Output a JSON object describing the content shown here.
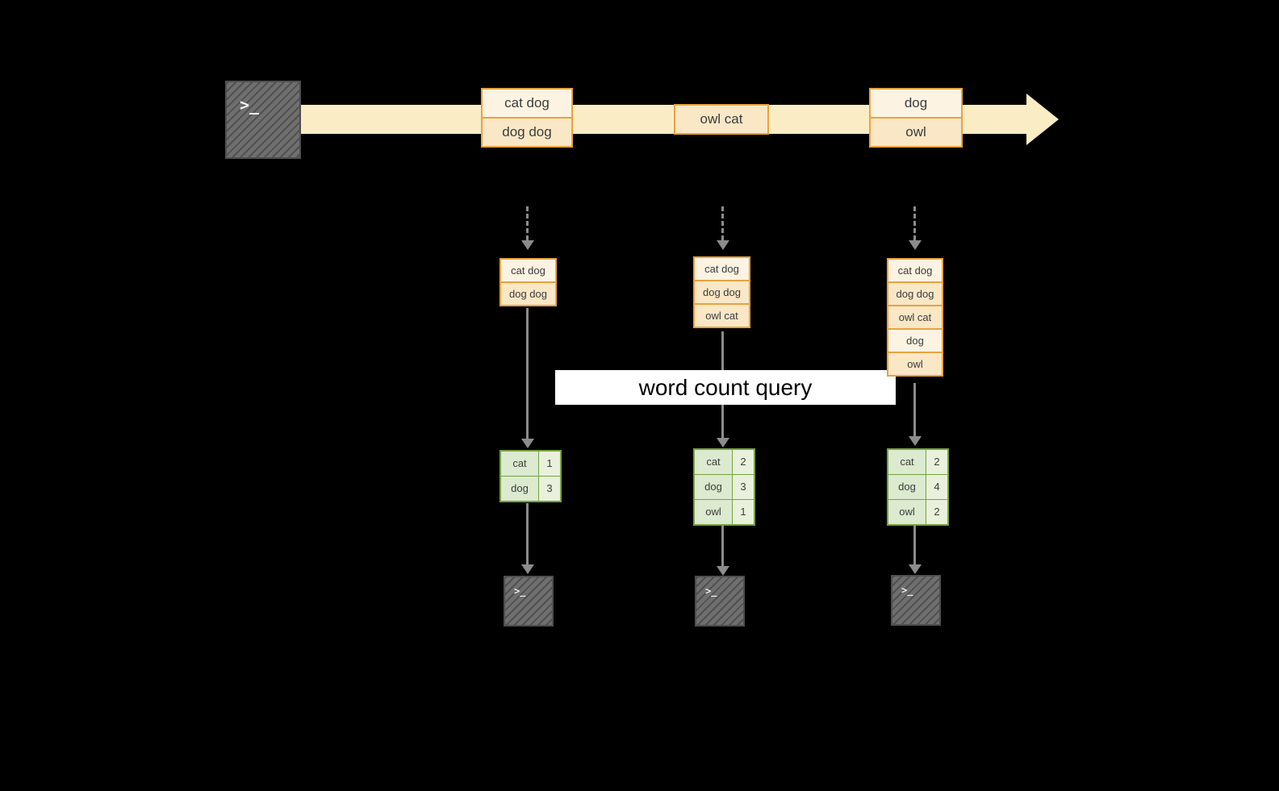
{
  "banner": {
    "label": "word count query"
  },
  "icons": {
    "terminal_prompt": ">_"
  },
  "stream": {
    "events": [
      {
        "lines": [
          "cat dog",
          "dog dog"
        ]
      },
      {
        "lines": [
          "owl cat"
        ]
      },
      {
        "lines": [
          "dog",
          "owl"
        ]
      }
    ]
  },
  "columns": [
    {
      "buffer": [
        "cat dog",
        "dog dog"
      ],
      "counts": [
        {
          "word": "cat",
          "count": "1"
        },
        {
          "word": "dog",
          "count": "3"
        }
      ]
    },
    {
      "buffer": [
        "cat dog",
        "dog dog",
        "owl cat"
      ],
      "counts": [
        {
          "word": "cat",
          "count": "2"
        },
        {
          "word": "dog",
          "count": "3"
        },
        {
          "word": "owl",
          "count": "1"
        }
      ]
    },
    {
      "buffer": [
        "cat dog",
        "dog dog",
        "owl cat",
        "dog",
        "owl"
      ],
      "counts": [
        {
          "word": "cat",
          "count": "2"
        },
        {
          "word": "dog",
          "count": "4"
        },
        {
          "word": "owl",
          "count": "2"
        }
      ]
    }
  ],
  "colors": {
    "background": "#000000",
    "stream_band": "#faecc4",
    "event_border": "#e8a33d",
    "event_fill_light": "#fdf3e2",
    "event_fill_dark": "#f9e7c6",
    "table_border": "#76a240",
    "table_fill": "#dcead0",
    "arrow": "#8c8c8c",
    "terminal_fill": "#6f6f6f",
    "banner_bg": "#ffffff",
    "text": "#3c3c3c"
  }
}
